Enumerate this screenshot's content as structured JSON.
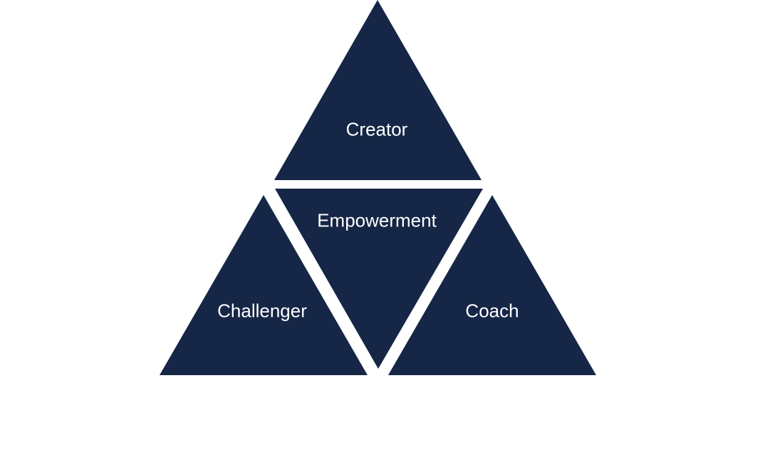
{
  "diagram": {
    "fill_color": "#152646",
    "text_color": "#ffffff",
    "segments": [
      {
        "id": "top",
        "label": "Creator"
      },
      {
        "id": "center",
        "label": "Empowerment"
      },
      {
        "id": "left",
        "label": "Challenger"
      },
      {
        "id": "right",
        "label": "Coach"
      }
    ]
  }
}
